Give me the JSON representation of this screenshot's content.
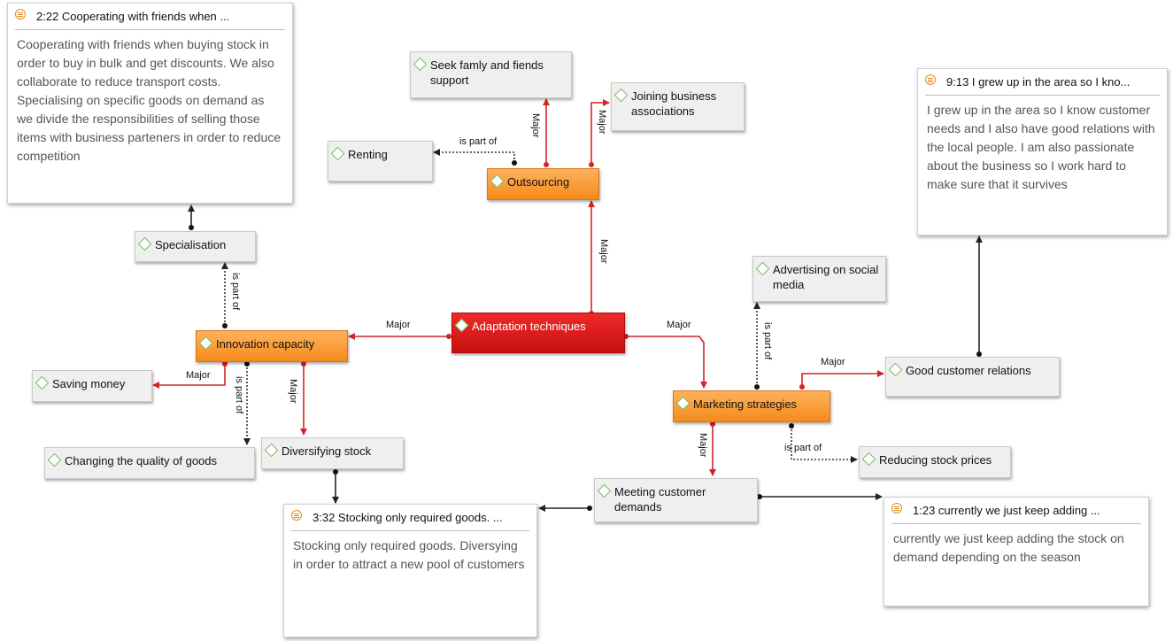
{
  "codes": {
    "adaptation": "Adaptation techniques",
    "outsourcing": "Outsourcing",
    "innovation": "Innovation capacity",
    "marketing": "Marketing strategies",
    "seek_family": "Seek famly and fiends support",
    "joining": "Joining business associations",
    "renting": "Renting",
    "specialisation": "Specialisation",
    "saving": "Saving money",
    "changing_quality": "Changing the quality of goods",
    "diversifying": "Diversifying stock",
    "advertising": "Advertising on social media",
    "good_customer": "Good customer relations",
    "reducing": "Reducing stock prices",
    "meeting": "Meeting customer demands"
  },
  "quotations": {
    "q222": {
      "title": "2:22 Cooperating with friends when ...",
      "text": "Cooperating with friends when buying stock in order to buy in bulk and get discounts. We also collaborate to reduce transport costs. Specialising on specific goods on demand as we divide the responsibilities of selling those items with business parteners in order to reduce competition"
    },
    "q913": {
      "title": "9:13 I grew up in the area so I kno...",
      "text": "I grew up in the area so I know customer needs and I also have good relations with the local people. I am also passionate about the business so I work hard to make sure that it survives"
    },
    "q332": {
      "title": "3:32 Stocking only required goods. ...",
      "text": "Stocking only required goods. Diversying in order to attract a new pool of customers"
    },
    "q123": {
      "title": "1:23 currently we just keep adding ...",
      "text": "currently we just keep adding the stock on demand depending on the season"
    }
  },
  "edge_labels": {
    "major": "Major",
    "is_part_of": "is part of"
  },
  "colors": {
    "major_edge": "#d42424",
    "part_edge": "#333333",
    "root_node": "#d81b1b",
    "group_node": "#f5901f",
    "code_diamond": "#6fbf5a",
    "quote_icon": "#e08a1e"
  }
}
